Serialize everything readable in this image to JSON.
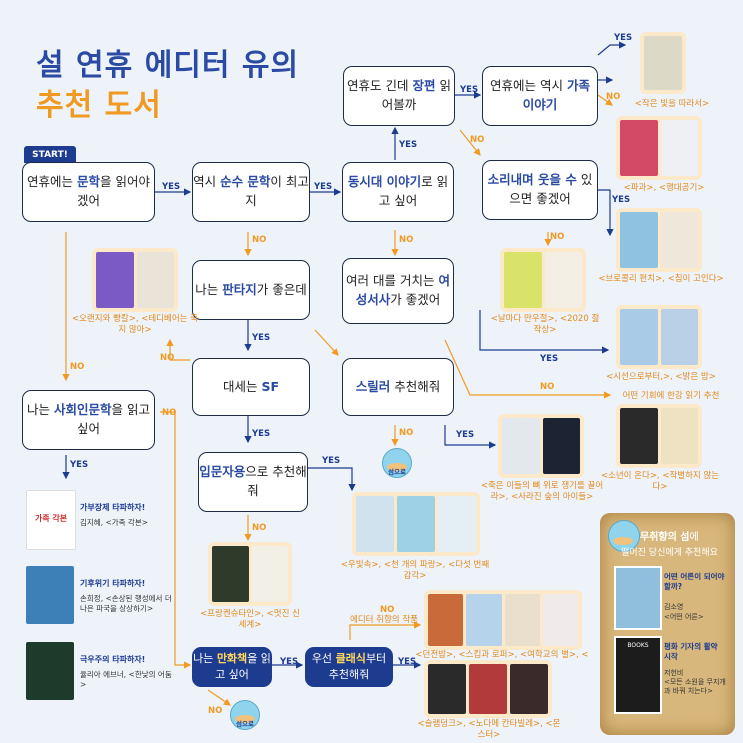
{
  "title": {
    "line1": "설 연휴 에디터 유의",
    "line2": "추천 도서"
  },
  "start_label": "START!",
  "yes": "YES",
  "no": "NO",
  "nodes": {
    "n1": {
      "pre": "연휴에는 ",
      "hl": "문학",
      "post": "을 읽어야겠어"
    },
    "n2": {
      "pre": "역시 ",
      "hl": "순수 문학",
      "post": "이 최고지"
    },
    "n3": {
      "pre": "",
      "hl": "동시대 이야기",
      "post": "로 읽고 싶어"
    },
    "n4": {
      "pre": "연휴도 긴데 ",
      "hl": "장편",
      "post": " 읽어볼까"
    },
    "n5": {
      "pre": "연휴에는 역시 ",
      "hl": "가족 이야기",
      "post": ""
    },
    "n6": {
      "pre": "",
      "hl": "소리내며 웃을 수",
      "post": " 있으면 좋겠어"
    },
    "n7": {
      "pre": "나는 ",
      "hl": "판타지",
      "post": "가 좋은데"
    },
    "n8": {
      "pre": "여러 대를 거치는 ",
      "hl": "여성서사",
      "post": "가 좋겠어"
    },
    "n9": {
      "pre": "대세는 ",
      "hl": "SF",
      "post": ""
    },
    "n10": {
      "pre": "",
      "hl": "스릴러",
      "post": " 추천해줘"
    },
    "n11": {
      "pre": "나는 ",
      "hl": "사회인문학",
      "post": "을 읽고 싶어"
    },
    "n12": {
      "pre": "",
      "hl": "입문자용",
      "post": "으로 추천해줘"
    },
    "n13": {
      "pre": "나는 ",
      "hl": "만화책",
      "post": "을 읽고 싶어"
    },
    "n14": {
      "pre": "우선 ",
      "hl": "클래식",
      "post": "부터 추천해줘"
    }
  },
  "captions": {
    "c_top": "<작은 빛을 따라서>",
    "c_pa": "<파과>, <행대공기>",
    "c_broc": "<브로콜리 펀치>, <침이 고인다>",
    "c_sea": "<시선으로부터,>, <밝은 밤>",
    "c_night": "어떤 기회에 한강 읽기 추천",
    "c_sonyeon": "<소년이 온다>, <작별하지 않는다>",
    "c_nalmada": "<날마다 만우절>, <2020 젊작상>",
    "c_oran": "<오랜지와 빵칼>, <테디베어는 죽지 않아>",
    "c_thriller": "<죽은 이들의 뼈 위로 쟁기를 끌어라>, <사라진 숲의 아이들>",
    "c_sf": "<우빛속>, <천 개의 파랑>, <다섯 번째 감각>",
    "c_frank": "<프랑켄슈타인>, <멋진 신세계>",
    "c_editor": "에디터 취향의 작품",
    "c_manga1": "<던전밥>, <스킵과 로퍼>, <여학교의 별>, <파돌그>",
    "c_manga2": "<슬램덩크>, <노다메 칸타빌레>, <몬스터>"
  },
  "island_label": "섬으로",
  "social": [
    {
      "title": "가부장제 타파하자!",
      "sub": "김지혜, <가족 각본>",
      "cover_text": "가족 각본"
    },
    {
      "title": "기후위기 타파하자!",
      "sub": "손희정, <손상된 행성에서 더 나은 파국을 상상하기>"
    },
    {
      "title": "극우주의 타파하자!",
      "sub": "율리아 에브너, <한낮의 어둠>"
    }
  ],
  "parchment": {
    "title": "무취향의 섬",
    "title_suffix": "에",
    "subtitle": "떨어진 당신에게 추천해요",
    "items": [
      {
        "title": "어떤 어른이 되어야 할까?",
        "sub1": "김소영",
        "sub2": "<어떤 어른>"
      },
      {
        "title": "평화 기자의 활약 시작",
        "sub1": "저헌비",
        "sub2": "<모든 소원을 무지개과 바꿔 치는다>",
        "cover_text": "BOOKS"
      }
    ]
  },
  "colors": {
    "navy": "#1d3b8f",
    "orange": "#f09a22",
    "bg": "#eef3fa"
  }
}
